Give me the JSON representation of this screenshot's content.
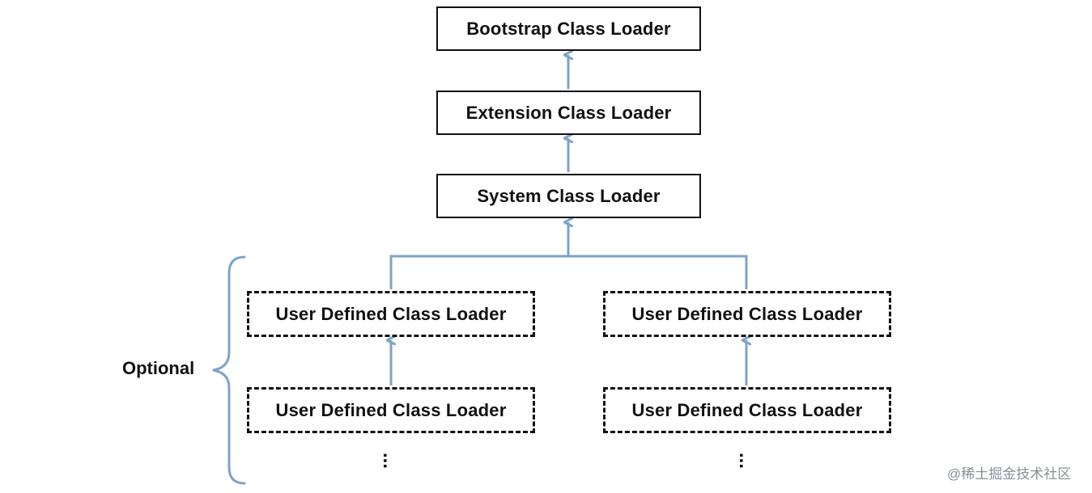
{
  "diagram": {
    "nodes": {
      "bootstrap": "Bootstrap Class Loader",
      "extension": "Extension Class Loader",
      "system": "System Class Loader",
      "user_left_1": "User Defined Class Loader",
      "user_left_2": "User Defined Class Loader",
      "user_right_1": "User Defined Class Loader",
      "user_right_2": "User Defined Class Loader"
    },
    "optional_label": "Optional",
    "ellipsis": "...",
    "edges": [
      {
        "from": "extension",
        "to": "bootstrap"
      },
      {
        "from": "system",
        "to": "extension"
      },
      {
        "from": "user_left_1",
        "to": "system"
      },
      {
        "from": "user_right_1",
        "to": "system"
      },
      {
        "from": "user_left_2",
        "to": "user_left_1"
      },
      {
        "from": "user_right_2",
        "to": "user_right_1"
      }
    ],
    "colors": {
      "box_border": "#111111",
      "arrow": "#7fa3c8",
      "brace": "#7fa3c8",
      "text": "#111111"
    }
  },
  "watermark": "@稀土掘金技术社区"
}
